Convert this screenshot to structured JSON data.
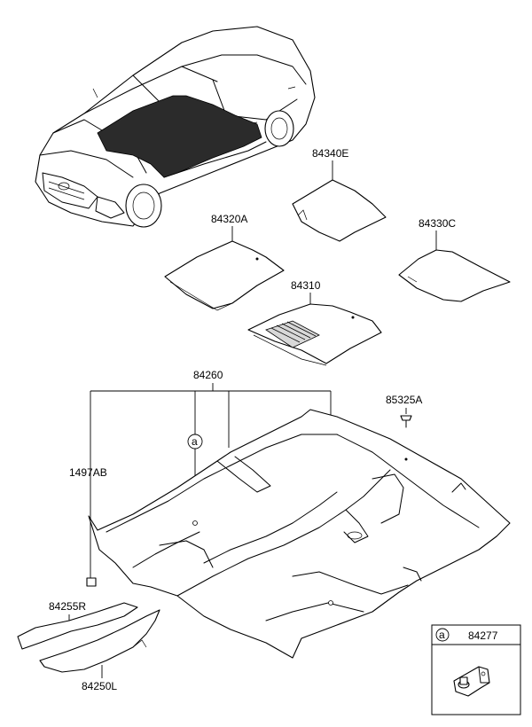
{
  "labels": {
    "p84340E": "84340E",
    "p84320A": "84320A",
    "p84330C": "84330C",
    "p84310": "84310",
    "p84260": "84260",
    "p85325A": "85325A",
    "p1497AB": "1497AB",
    "p84255R": "84255R",
    "p84250L": "84250L",
    "p84277": "84277"
  },
  "callout_letter": "a"
}
